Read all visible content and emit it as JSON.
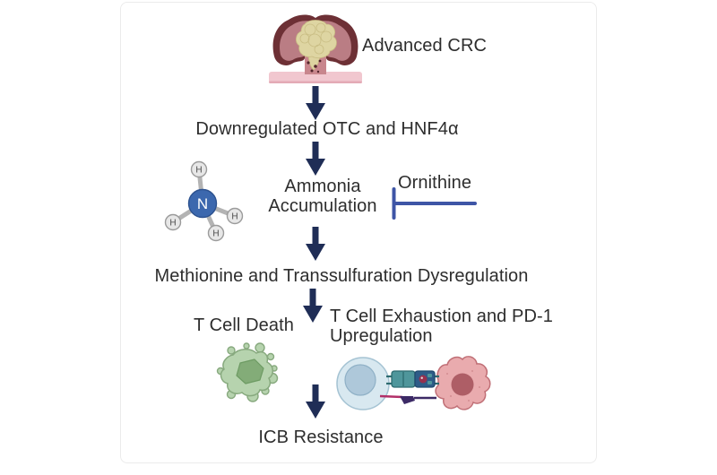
{
  "figure": {
    "labels": {
      "advanced_crc": "Advanced CRC",
      "downregulated_otc": "Downregulated OTC and HNF4α",
      "ammonia_accumulation": "Ammonia Accumulation",
      "ornithine": "Ornithine",
      "methionine_dysregulation": "Methionine and Transsulfuration Dysregulation",
      "t_cell_death": "T Cell Death",
      "t_cell_exhaustion": "T Cell Exhaustion and PD-1 Upregulation",
      "icb_resistance": "ICB Resistance"
    },
    "molecule": {
      "nitrogen": "N",
      "hydrogen": "H"
    },
    "icons": {
      "tumor": "colorectal-tumor-illustration",
      "molecule": "ammonium-ball-and-stick-model",
      "apoptotic_cell": "apoptotic-t-cell",
      "t_cell": "t-cell",
      "tumor_cell": "tumor-cell",
      "receptor_top": "tcr-mhc-complex",
      "receptor_bottom": "pd1-pdl1-interaction",
      "arrow": "down-arrow",
      "inhibition": "t-bar-inhibition"
    },
    "colors": {
      "arrow": "#1f2d56",
      "inhibitor_line": "#3e55a6",
      "text": "#2d2d2d"
    }
  }
}
